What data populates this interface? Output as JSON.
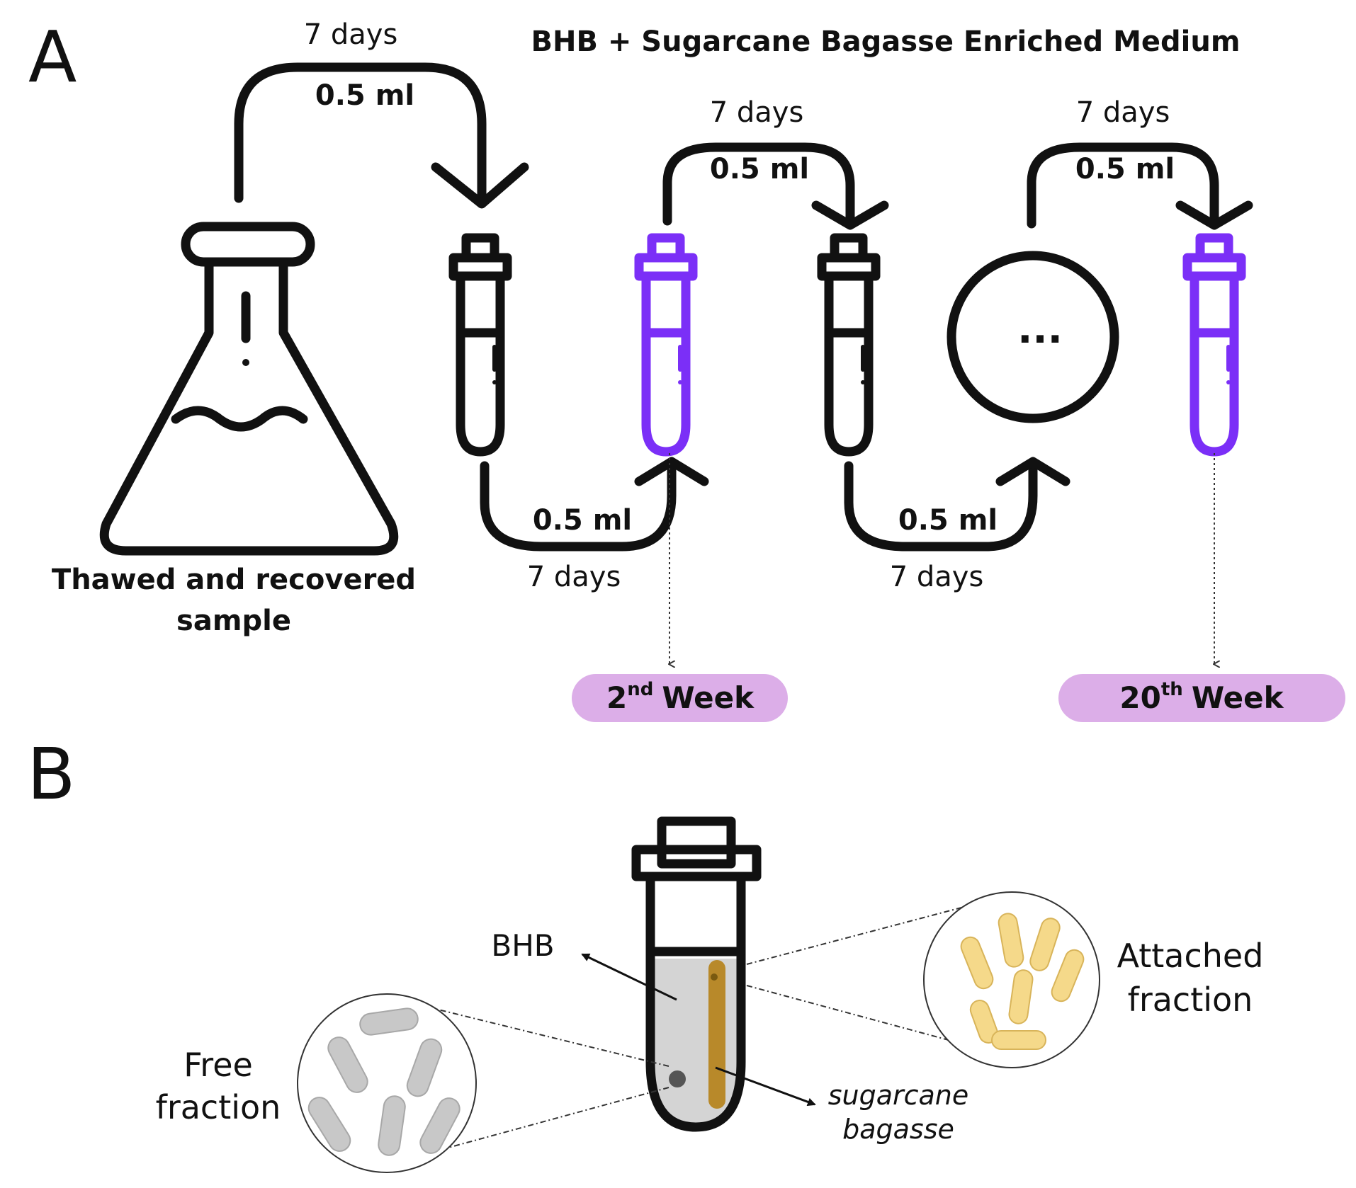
{
  "panel_a": {
    "label": "A",
    "title": "BHB + Sugarcane Bagasse Enriched Medium",
    "flask_label_line1": "Thawed and recovered",
    "flask_label_line2": "sample",
    "transfers": [
      {
        "volume": "0.5 ml",
        "duration": "7 days"
      },
      {
        "volume": "0.5 ml",
        "duration": "7 days"
      },
      {
        "volume": "0.5 ml",
        "duration": "7 days"
      },
      {
        "volume": "0.5 ml",
        "duration": "7 days"
      },
      {
        "volume": "0.5 ml",
        "duration": "7 days"
      }
    ],
    "ellipsis": "...",
    "week_badges": [
      {
        "number": "2",
        "suffix": "nd",
        "word": "Week"
      },
      {
        "number": "20",
        "suffix": "th",
        "word": "Week"
      }
    ],
    "colors": {
      "highlight_tube": "#7b2ff7",
      "badge": "#dcaee8",
      "outline": "#111111"
    }
  },
  "panel_b": {
    "label": "B",
    "medium_label": "BHB",
    "bagasse_label_line1": "sugarcane",
    "bagasse_label_line2": "bagasse",
    "free_label_line1": "Free",
    "free_label_line2": "fraction",
    "attached_label_line1": "Attached",
    "attached_label_line2": "fraction",
    "colors": {
      "medium": "#d4d4d4",
      "bagasse": "#b8892a",
      "attached_cells": "#f5d98a",
      "free_cells": "#c8c8c8"
    }
  }
}
